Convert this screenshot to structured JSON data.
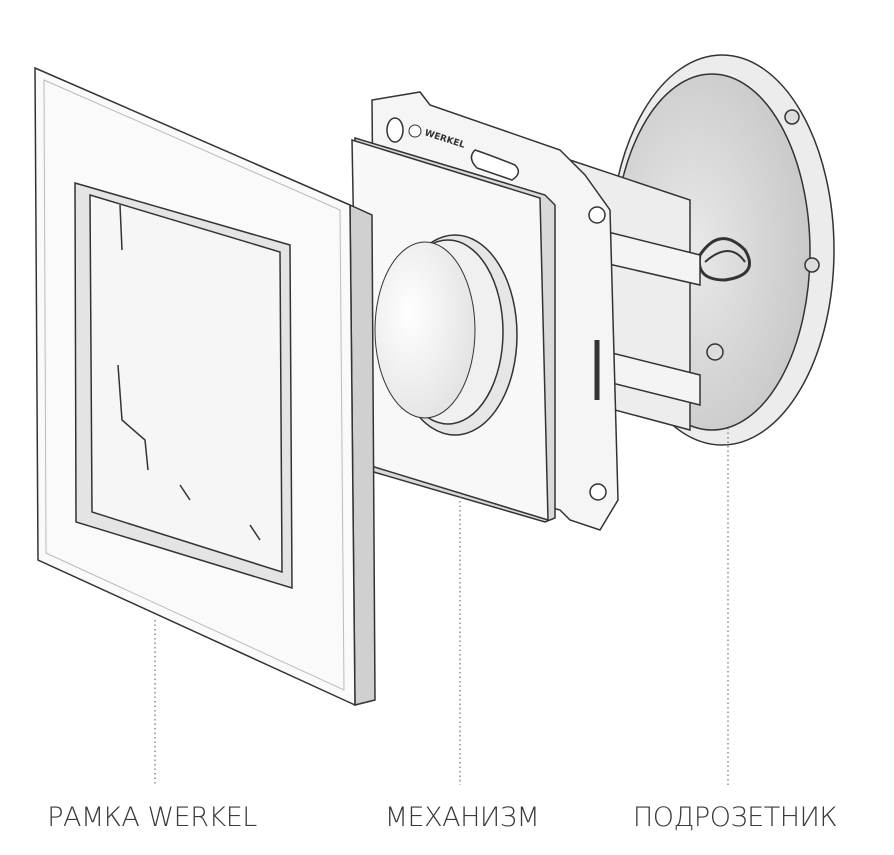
{
  "labels": {
    "frame": "РАМКА WERKEL",
    "mechanism": "МЕХАНИЗМ",
    "box": "ПОДРОЗЕТНИК"
  },
  "brand_logo": "WERKEL",
  "colors": {
    "line": "#333333",
    "surface": "#f7f7f7",
    "shadow": "#d9d9d9",
    "text": "#3a3a3a"
  }
}
